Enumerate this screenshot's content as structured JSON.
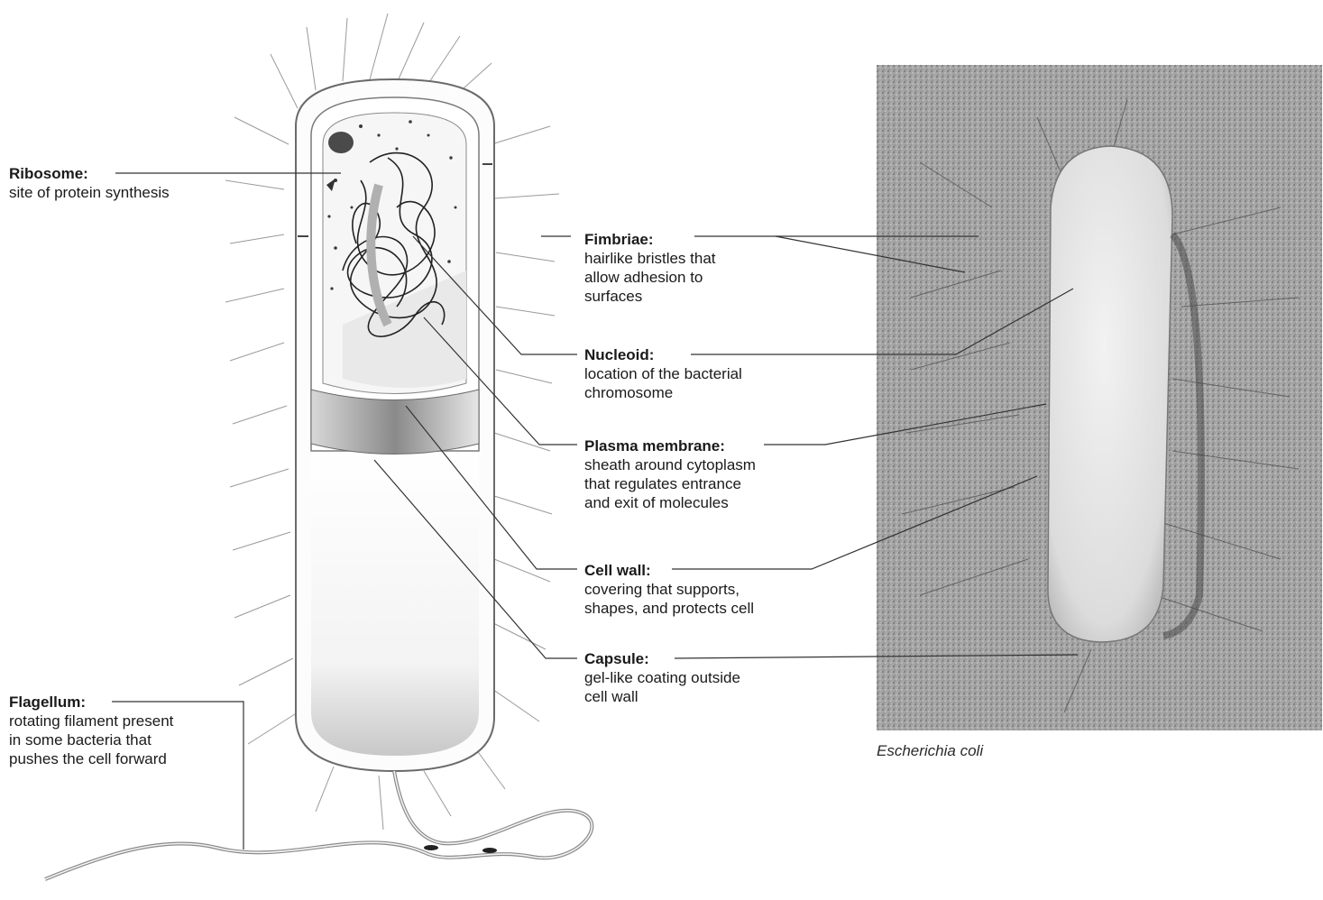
{
  "labels": {
    "ribosome": {
      "term": "Ribosome:",
      "desc": "site of protein synthesis"
    },
    "fimbriae": {
      "term": "Fimbriae:",
      "desc_lines": [
        "hairlike bristles that",
        "allow adhesion to",
        "surfaces"
      ]
    },
    "nucleoid": {
      "term": "Nucleoid:",
      "desc_lines": [
        "location of the bacterial",
        "chromosome"
      ]
    },
    "plasma_membrane": {
      "term": "Plasma membrane:",
      "desc_lines": [
        "sheath around cytoplasm",
        "that regulates entrance",
        "and exit of molecules"
      ]
    },
    "cell_wall": {
      "term": "Cell wall:",
      "desc_lines": [
        "covering that supports,",
        "shapes, and protects cell"
      ]
    },
    "capsule": {
      "term": "Capsule:",
      "desc_lines": [
        "gel-like coating outside",
        "cell wall"
      ]
    },
    "flagellum": {
      "term": "Flagellum:",
      "desc_lines": [
        "rotating filament present",
        "in some bacteria that",
        "pushes the cell forward"
      ]
    }
  },
  "photo_caption": "Escherichia coli"
}
